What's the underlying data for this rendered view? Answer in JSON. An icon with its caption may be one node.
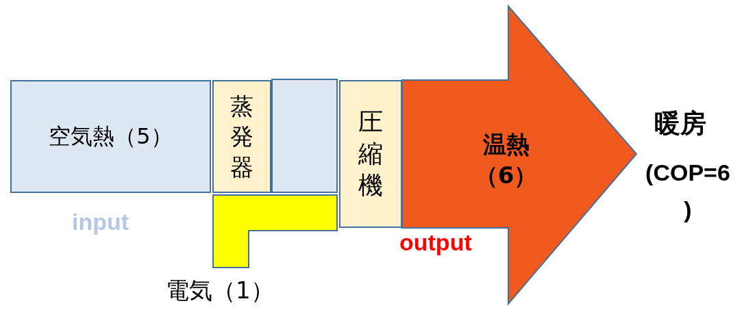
{
  "diagram": {
    "nodes": [
      {
        "text": [
          "空気熱（5）"
        ]
      },
      {
        "text": [
          "蒸発器"
        ]
      },
      {
        "text": [],
        "shape": "box"
      },
      {
        "text": [],
        "shape": "box",
        "beside": [
          "電気（1）"
        ]
      },
      {
        "text": [
          "圧縮機"
        ]
      },
      {
        "text": [
          "温熱（6）"
        ]
      }
    ],
    "labels": [
      "input",
      "output",
      "暖房",
      "(COP=6 )"
    ]
  }
}
